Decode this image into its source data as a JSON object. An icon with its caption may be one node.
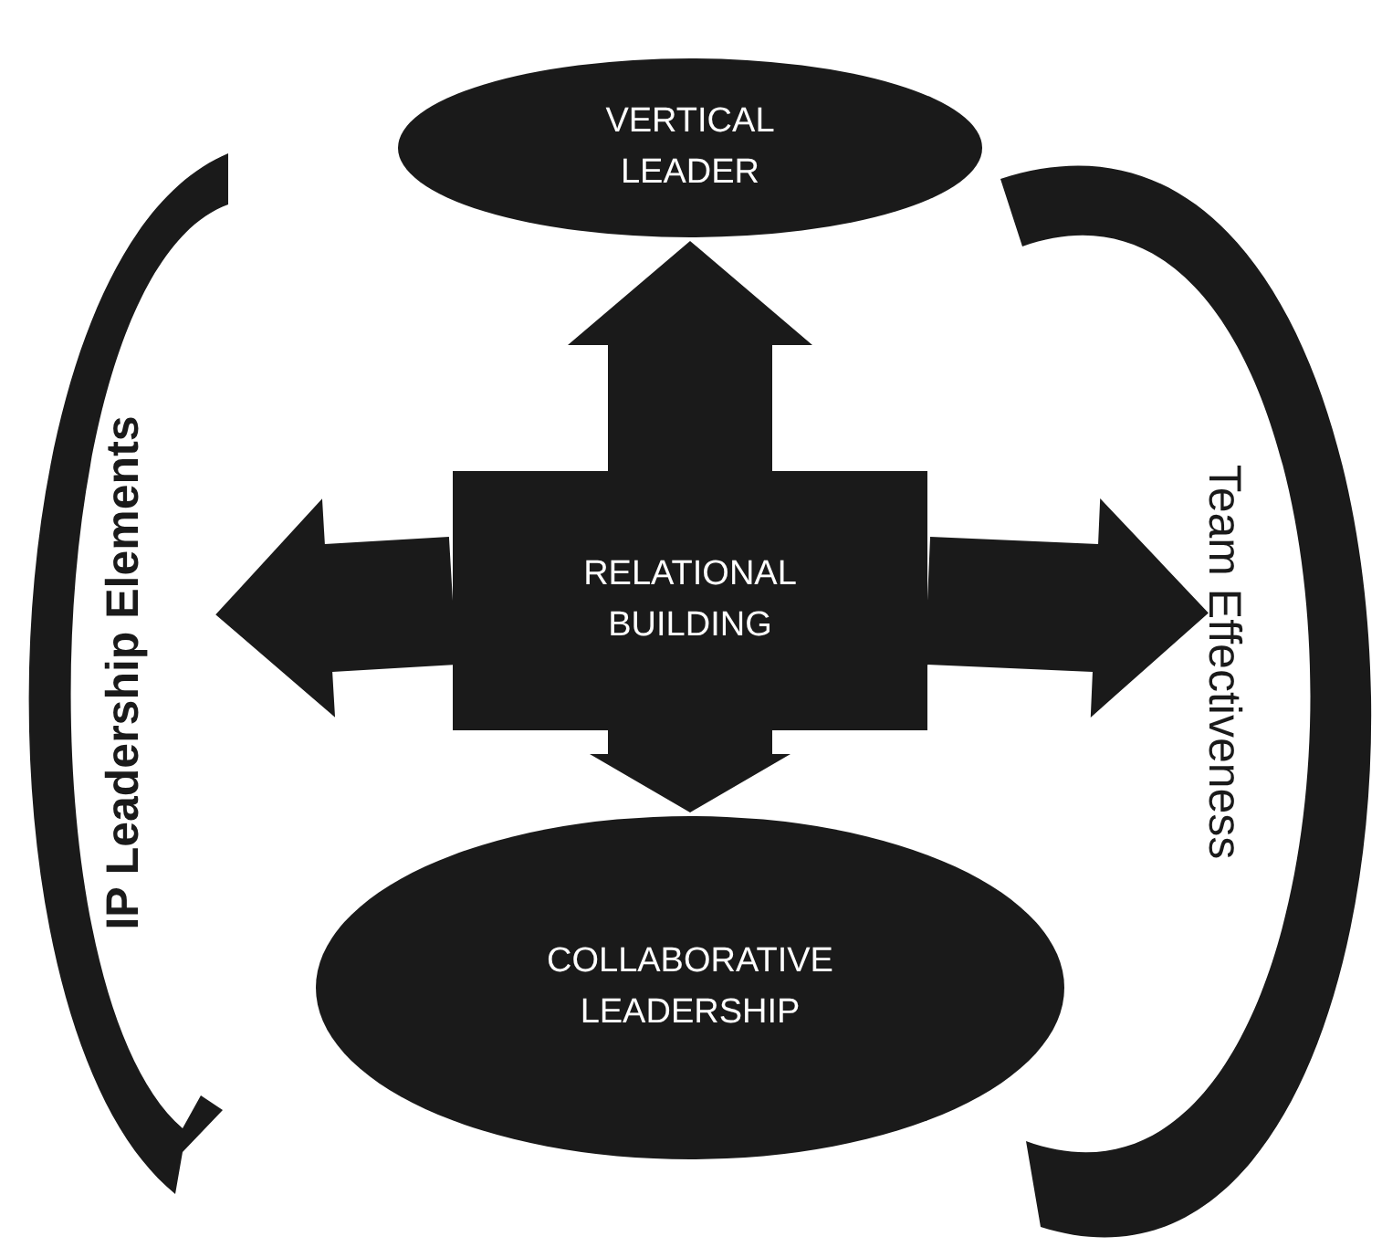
{
  "diagram": {
    "nodes": [
      {
        "text": [
          "VERTICAL LEADER"
        ]
      },
      {
        "text": [
          "RELATIONAL BUILDING"
        ]
      },
      {
        "text": [
          "COLLABORATIVE LEADERSHIP"
        ]
      }
    ],
    "edges": [
      {
        "from": 1,
        "to": 0,
        "arrow": "to"
      },
      {
        "from": 1,
        "to": null,
        "arrow": "to"
      },
      {
        "from": 1,
        "to": null,
        "arrow": "to"
      },
      {
        "from": 1,
        "to": 2,
        "arrow": "to"
      }
    ],
    "labels": [
      "IP Leadership Elements",
      "Team Effectiveness"
    ]
  }
}
